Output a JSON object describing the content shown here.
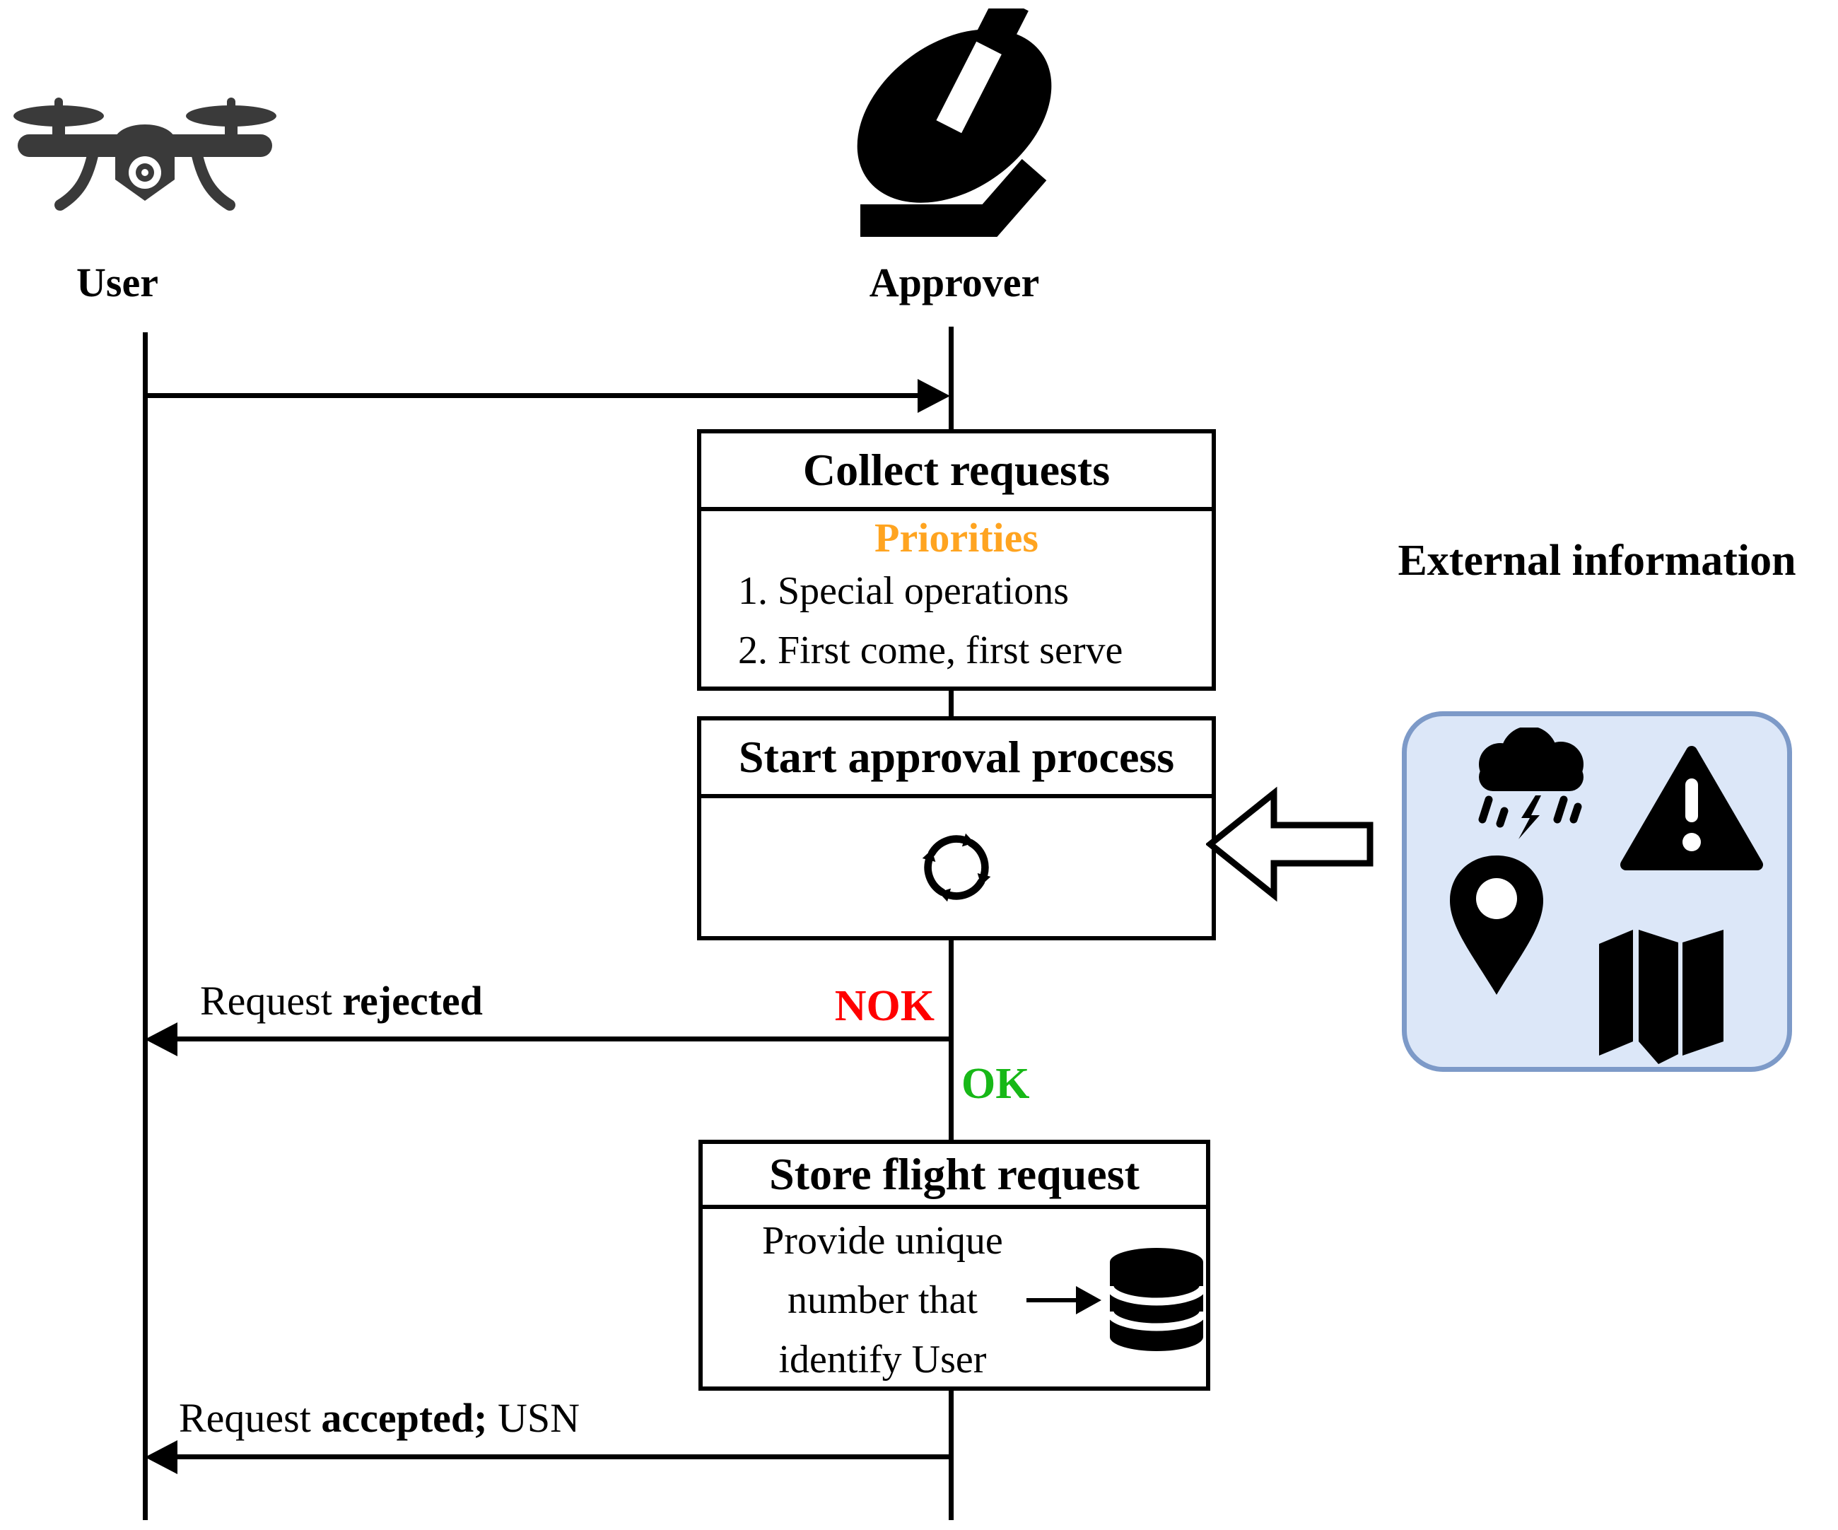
{
  "colors": {
    "priorities_orange": "#ffa420",
    "nok_red": "#ff0000",
    "ok_green": "#17b817",
    "external_box_fill": "#dce7f8",
    "external_box_border": "#7d9ac8",
    "line_black": "#000000"
  },
  "actors": {
    "user": {
      "label": "User",
      "icon": "drone-icon"
    },
    "approver": {
      "label": "Approver",
      "icon": "satellite-dish-icon"
    }
  },
  "boxes": {
    "collect": {
      "title": "Collect requests",
      "priorities_heading": "Priorities",
      "items": [
        "1. Special operations",
        "2. First come, first serve"
      ]
    },
    "approval": {
      "title": "Start approval process",
      "icon": "cycle-icon"
    },
    "store": {
      "title": "Store flight request",
      "body_lines": [
        "Provide unique",
        "number that",
        "identify User"
      ],
      "icon": "database-icon"
    }
  },
  "external": {
    "title": "External information",
    "icons": [
      "storm-cloud-icon",
      "warning-triangle-icon",
      "location-pin-icon",
      "map-icon"
    ]
  },
  "messages": {
    "nok_label": "NOK",
    "ok_label": "OK",
    "rejected": {
      "prefix": "Request ",
      "bold": "rejected"
    },
    "accepted": {
      "prefix": "Request ",
      "bold": "accepted;",
      "suffix": " USN"
    }
  }
}
